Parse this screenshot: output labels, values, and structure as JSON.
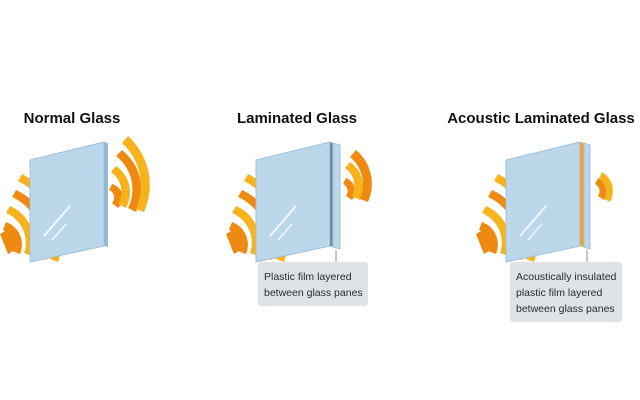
{
  "colors": {
    "glass_fill": "#bcd7ea",
    "glass_edge": "#9ec3dc",
    "glass_side": "#93b8d4",
    "film_normal": "#6e8ea4",
    "film_acoustic": "#f2a23a",
    "wave_outer": "#f7b21c",
    "wave_inner": "#ee8a12",
    "note_bg": "#dfe3e6",
    "leader_line": "#8e969c"
  },
  "icons": [
    "sound-wave-icon",
    "glass-pane-icon"
  ],
  "panels": [
    {
      "id": "normal",
      "title": "Normal Glass",
      "note": []
    },
    {
      "id": "laminated",
      "title": "Laminated Glass",
      "note": [
        "Plastic film layered",
        "between glass panes"
      ]
    },
    {
      "id": "acoustic",
      "title": "Acoustic Laminated Glass",
      "note": [
        "Acoustically insulated",
        "plastic film layered",
        "between glass panes"
      ]
    }
  ]
}
